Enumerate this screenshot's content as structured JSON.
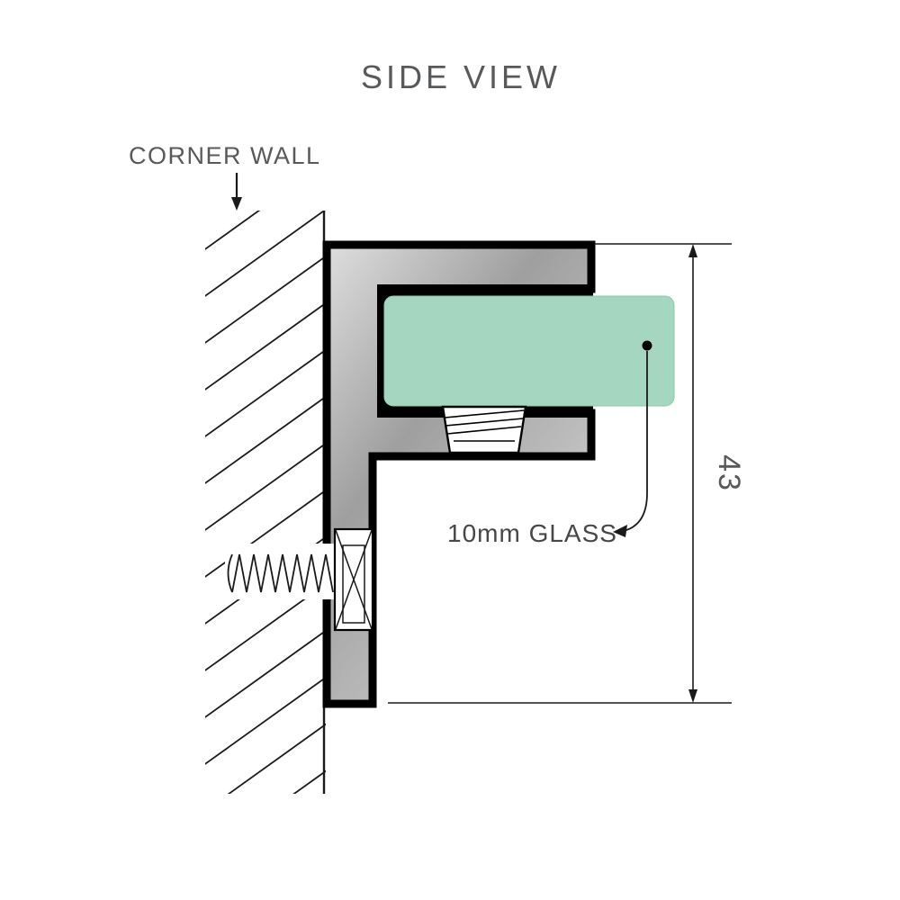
{
  "labels": {
    "view_title": "SIDE VIEW",
    "wall": "CORNER WALL",
    "glass_callout": "10mm GLASS",
    "height_dimension": "43"
  },
  "dimensions": {
    "overall_height": "43",
    "glass_thickness": "10mm"
  },
  "colors": {
    "glass_fill": "#a5d7c0",
    "glass_edge": "#8fc7ad",
    "heading_text": "#58595b",
    "callout_text": "#474747",
    "line": "#111111"
  }
}
